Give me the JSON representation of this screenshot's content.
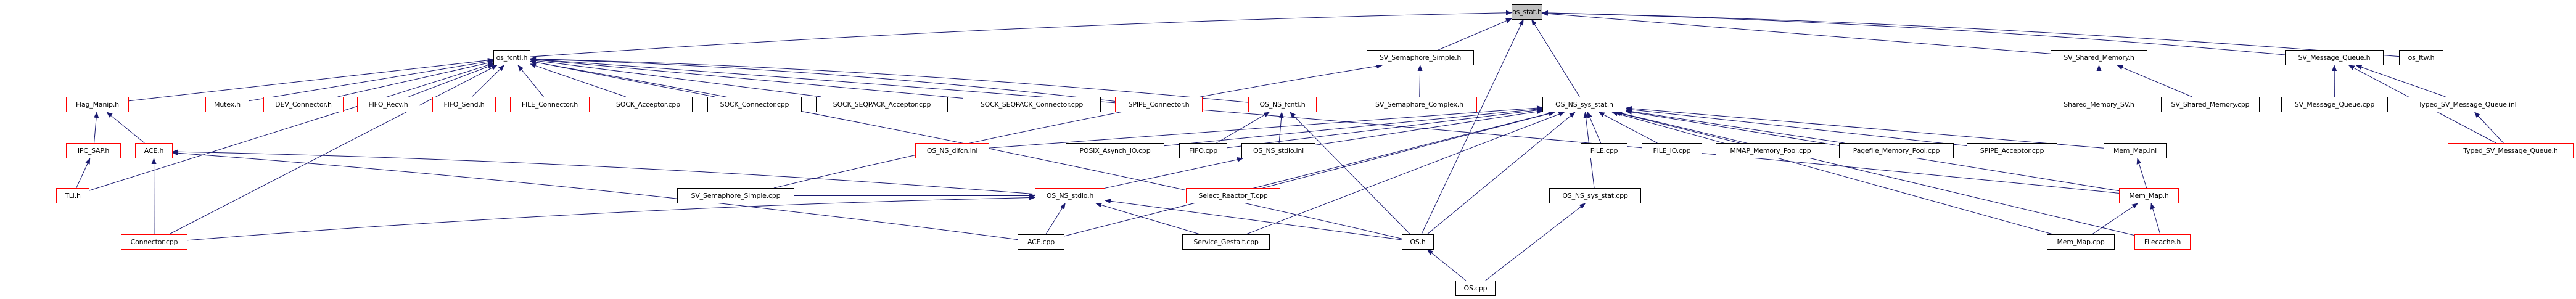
{
  "graph": {
    "type": "include-dependency-graph",
    "root": "os_stat.h",
    "colors": {
      "edge": "#191970",
      "node_border": "#000000",
      "node_border_incomplete": "#ff0000",
      "root_fill": "#bfbfbf",
      "background": "#ffffff"
    },
    "nodes": [
      {
        "id": "os_stat_h",
        "label": "os_stat.h",
        "style": "root"
      },
      {
        "id": "os_fcntl_h",
        "label": "os_fcntl.h",
        "style": "normal"
      },
      {
        "id": "sv_semaphore_simple_h",
        "label": "SV_Semaphore_Simple.h",
        "style": "normal"
      },
      {
        "id": "sv_shared_memory_h",
        "label": "SV_Shared_Memory.h",
        "style": "normal"
      },
      {
        "id": "sv_message_queue_h",
        "label": "SV_Message_Queue.h",
        "style": "normal"
      },
      {
        "id": "os_ftw_h",
        "label": "os_ftw.h",
        "style": "normal"
      },
      {
        "id": "flag_manip_h",
        "label": "Flag_Manip.h",
        "style": "red"
      },
      {
        "id": "mutex_h",
        "label": "Mutex.h",
        "style": "red"
      },
      {
        "id": "dev_connector_h",
        "label": "DEV_Connector.h",
        "style": "red"
      },
      {
        "id": "fifo_recv_h",
        "label": "FIFO_Recv.h",
        "style": "red"
      },
      {
        "id": "fifo_send_h",
        "label": "FIFO_Send.h",
        "style": "red"
      },
      {
        "id": "file_connector_h",
        "label": "FILE_Connector.h",
        "style": "red"
      },
      {
        "id": "sock_acceptor_cpp",
        "label": "SOCK_Acceptor.cpp",
        "style": "normal"
      },
      {
        "id": "sock_connector_cpp",
        "label": "SOCK_Connector.cpp",
        "style": "normal"
      },
      {
        "id": "sock_seqpack_acceptor_cpp",
        "label": "SOCK_SEQPACK_Acceptor.cpp",
        "style": "normal"
      },
      {
        "id": "sock_seqpack_connector_cpp",
        "label": "SOCK_SEQPACK_Connector.cpp",
        "style": "normal"
      },
      {
        "id": "spipe_connector_h",
        "label": "SPIPE_Connector.h",
        "style": "red"
      },
      {
        "id": "os_ns_fcntl_h",
        "label": "OS_NS_fcntl.h",
        "style": "red"
      },
      {
        "id": "sv_semaphore_complex_h",
        "label": "SV_Semaphore_Complex.h",
        "style": "red"
      },
      {
        "id": "os_ns_sys_stat_h",
        "label": "OS_NS_sys_stat.h",
        "style": "normal"
      },
      {
        "id": "shared_memory_sv_h",
        "label": "Shared_Memory_SV.h",
        "style": "red"
      },
      {
        "id": "sv_shared_memory_cpp",
        "label": "SV_Shared_Memory.cpp",
        "style": "normal"
      },
      {
        "id": "sv_message_queue_cpp",
        "label": "SV_Message_Queue.cpp",
        "style": "normal"
      },
      {
        "id": "typed_sv_message_queue_inl",
        "label": "Typed_SV_Message_Queue.inl",
        "style": "normal"
      },
      {
        "id": "ipc_sap_h",
        "label": "IPC_SAP.h",
        "style": "red"
      },
      {
        "id": "ace_h",
        "label": "ACE.h",
        "style": "red"
      },
      {
        "id": "os_ns_dlfcn_inl",
        "label": "OS_NS_dlfcn.inl",
        "style": "red"
      },
      {
        "id": "posix_asynch_io_cpp",
        "label": "POSIX_Asynch_IO.cpp",
        "style": "normal"
      },
      {
        "id": "fifo_cpp",
        "label": "FIFO.cpp",
        "style": "normal"
      },
      {
        "id": "os_ns_stdio_inl",
        "label": "OS_NS_stdio.inl",
        "style": "normal"
      },
      {
        "id": "file_cpp",
        "label": "FILE.cpp",
        "style": "normal"
      },
      {
        "id": "file_io_cpp",
        "label": "FILE_IO.cpp",
        "style": "normal"
      },
      {
        "id": "mmap_memory_pool_cpp",
        "label": "MMAP_Memory_Pool.cpp",
        "style": "normal"
      },
      {
        "id": "pagefile_memory_pool_cpp",
        "label": "Pagefile_Memory_Pool.cpp",
        "style": "normal"
      },
      {
        "id": "spipe_acceptor_cpp",
        "label": "SPIPE_Acceptor.cpp",
        "style": "normal"
      },
      {
        "id": "mem_map_inl",
        "label": "Mem_Map.inl",
        "style": "normal"
      },
      {
        "id": "typed_sv_message_queue_h",
        "label": "Typed_SV_Message_Queue.h",
        "style": "red"
      },
      {
        "id": "tli_h",
        "label": "TLI.h",
        "style": "red"
      },
      {
        "id": "sv_semaphore_simple_cpp",
        "label": "SV_Semaphore_Simple.cpp",
        "style": "normal"
      },
      {
        "id": "os_ns_stdio_h",
        "label": "OS_NS_stdio.h",
        "style": "red"
      },
      {
        "id": "select_reactor_t_cpp",
        "label": "Select_Reactor_T.cpp",
        "style": "red"
      },
      {
        "id": "os_ns_sys_stat_cpp",
        "label": "OS_NS_sys_stat.cpp",
        "style": "normal"
      },
      {
        "id": "mem_map_h",
        "label": "Mem_Map.h",
        "style": "red"
      },
      {
        "id": "connector_cpp",
        "label": "Connector.cpp",
        "style": "red"
      },
      {
        "id": "ace_cpp",
        "label": "ACE.cpp",
        "style": "normal"
      },
      {
        "id": "service_gestalt_cpp",
        "label": "Service_Gestalt.cpp",
        "style": "normal"
      },
      {
        "id": "os_h",
        "label": "OS.h",
        "style": "normal"
      },
      {
        "id": "mem_map_cpp",
        "label": "Mem_Map.cpp",
        "style": "normal"
      },
      {
        "id": "filecache_h",
        "label": "Filecache.h",
        "style": "red"
      },
      {
        "id": "os_cpp",
        "label": "OS.cpp",
        "style": "normal"
      }
    ],
    "edges": [
      {
        "from": "os_fcntl_h",
        "to": "os_stat_h"
      },
      {
        "from": "sv_semaphore_simple_h",
        "to": "os_stat_h"
      },
      {
        "from": "os_ns_sys_stat_h",
        "to": "os_stat_h"
      },
      {
        "from": "os_h",
        "to": "os_stat_h"
      },
      {
        "from": "sv_shared_memory_h",
        "to": "os_stat_h"
      },
      {
        "from": "sv_message_queue_h",
        "to": "os_stat_h"
      },
      {
        "from": "os_ftw_h",
        "to": "os_stat_h"
      },
      {
        "from": "flag_manip_h",
        "to": "os_fcntl_h"
      },
      {
        "from": "mutex_h",
        "to": "os_fcntl_h"
      },
      {
        "from": "dev_connector_h",
        "to": "os_fcntl_h"
      },
      {
        "from": "fifo_recv_h",
        "to": "os_fcntl_h"
      },
      {
        "from": "fifo_send_h",
        "to": "os_fcntl_h"
      },
      {
        "from": "file_connector_h",
        "to": "os_fcntl_h"
      },
      {
        "from": "sock_acceptor_cpp",
        "to": "os_fcntl_h"
      },
      {
        "from": "sock_connector_cpp",
        "to": "os_fcntl_h"
      },
      {
        "from": "sock_seqpack_acceptor_cpp",
        "to": "os_fcntl_h"
      },
      {
        "from": "sock_seqpack_connector_cpp",
        "to": "os_fcntl_h"
      },
      {
        "from": "spipe_connector_h",
        "to": "os_fcntl_h"
      },
      {
        "from": "os_ns_fcntl_h",
        "to": "os_fcntl_h"
      },
      {
        "from": "tli_h",
        "to": "os_fcntl_h"
      },
      {
        "from": "connector_cpp",
        "to": "os_fcntl_h"
      },
      {
        "from": "os_h",
        "to": "os_fcntl_h"
      },
      {
        "from": "mem_map_h",
        "to": "os_fcntl_h"
      },
      {
        "from": "sv_semaphore_complex_h",
        "to": "sv_semaphore_simple_h"
      },
      {
        "from": "sv_semaphore_simple_cpp",
        "to": "sv_semaphore_simple_h"
      },
      {
        "from": "shared_memory_sv_h",
        "to": "sv_shared_memory_h"
      },
      {
        "from": "sv_shared_memory_cpp",
        "to": "sv_shared_memory_h"
      },
      {
        "from": "sv_message_queue_cpp",
        "to": "sv_message_queue_h"
      },
      {
        "from": "typed_sv_message_queue_inl",
        "to": "sv_message_queue_h"
      },
      {
        "from": "typed_sv_message_queue_h",
        "to": "sv_message_queue_h"
      },
      {
        "from": "typed_sv_message_queue_h",
        "to": "typed_sv_message_queue_inl"
      },
      {
        "from": "ipc_sap_h",
        "to": "flag_manip_h"
      },
      {
        "from": "ace_h",
        "to": "flag_manip_h"
      },
      {
        "from": "tli_h",
        "to": "ipc_sap_h"
      },
      {
        "from": "connector_cpp",
        "to": "ace_h"
      },
      {
        "from": "fifo_cpp",
        "to": "os_ns_fcntl_h"
      },
      {
        "from": "os_ns_stdio_inl",
        "to": "os_ns_fcntl_h"
      },
      {
        "from": "os_h",
        "to": "os_ns_fcntl_h"
      },
      {
        "from": "os_ns_stdio_h",
        "to": "os_ns_stdio_inl"
      },
      {
        "from": "os_ns_dlfcn_inl",
        "to": "os_ns_sys_stat_h"
      },
      {
        "from": "posix_asynch_io_cpp",
        "to": "os_ns_sys_stat_h"
      },
      {
        "from": "fifo_cpp",
        "to": "os_ns_sys_stat_h"
      },
      {
        "from": "os_ns_stdio_inl",
        "to": "os_ns_sys_stat_h"
      },
      {
        "from": "file_cpp",
        "to": "os_ns_sys_stat_h"
      },
      {
        "from": "file_io_cpp",
        "to": "os_ns_sys_stat_h"
      },
      {
        "from": "mmap_memory_pool_cpp",
        "to": "os_ns_sys_stat_h"
      },
      {
        "from": "pagefile_memory_pool_cpp",
        "to": "os_ns_sys_stat_h"
      },
      {
        "from": "spipe_acceptor_cpp",
        "to": "os_ns_sys_stat_h"
      },
      {
        "from": "mem_map_inl",
        "to": "os_ns_sys_stat_h"
      },
      {
        "from": "os_ns_sys_stat_cpp",
        "to": "os_ns_sys_stat_h"
      },
      {
        "from": "select_reactor_t_cpp",
        "to": "os_ns_sys_stat_h"
      },
      {
        "from": "ace_cpp",
        "to": "os_ns_sys_stat_h"
      },
      {
        "from": "service_gestalt_cpp",
        "to": "os_ns_sys_stat_h"
      },
      {
        "from": "os_h",
        "to": "os_ns_sys_stat_h"
      },
      {
        "from": "mem_map_cpp",
        "to": "os_ns_sys_stat_h"
      },
      {
        "from": "filecache_h",
        "to": "os_ns_sys_stat_h"
      },
      {
        "from": "mem_map_h",
        "to": "os_ns_sys_stat_h"
      },
      {
        "from": "os_ns_stdio_h",
        "to": "ace_h"
      },
      {
        "from": "ace_cpp",
        "to": "ace_h"
      },
      {
        "from": "sv_semaphore_simple_cpp",
        "to": "os_ns_stdio_h"
      },
      {
        "from": "ace_cpp",
        "to": "os_ns_stdio_h"
      },
      {
        "from": "service_gestalt_cpp",
        "to": "os_ns_stdio_h"
      },
      {
        "from": "os_h",
        "to": "os_ns_stdio_h"
      },
      {
        "from": "connector_cpp",
        "to": "os_ns_stdio_h"
      },
      {
        "from": "os_cpp",
        "to": "os_h"
      },
      {
        "from": "os_cpp",
        "to": "os_ns_sys_stat_cpp"
      },
      {
        "from": "mem_map_h",
        "to": "mem_map_inl"
      },
      {
        "from": "mem_map_cpp",
        "to": "mem_map_h"
      },
      {
        "from": "filecache_h",
        "to": "mem_map_h"
      }
    ]
  }
}
